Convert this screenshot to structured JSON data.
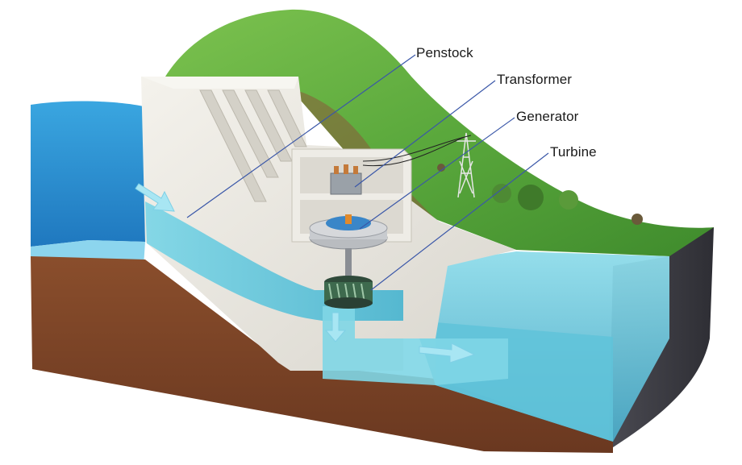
{
  "labels": {
    "penstock": "Penstock",
    "transformer": "Transformer",
    "generator": "Generator",
    "turbine": "Turbine"
  },
  "colors": {
    "grass": "#5aa83c",
    "soil": "#7a4326",
    "water": "#5cc2d8",
    "reservoir": "#2f8fd0",
    "concrete": "#e9e7e1",
    "leader_line": "#3a57a8",
    "flow_arrow": "#a8e6f3"
  },
  "icons": {
    "transformer": "transformer-icon",
    "generator": "generator-icon",
    "turbine": "turbine-icon",
    "pylon": "transmission-tower-icon"
  }
}
